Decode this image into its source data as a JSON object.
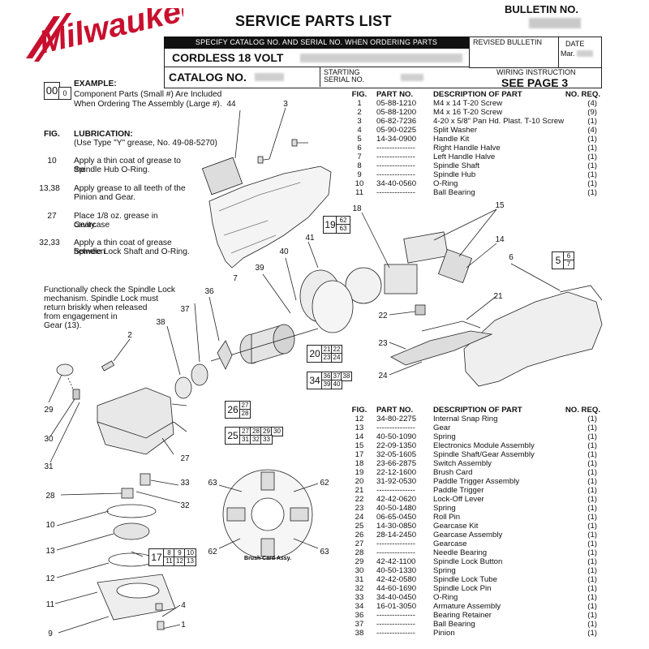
{
  "header": {
    "title": "SERVICE PARTS LIST",
    "bulletin_label": "BULLETIN NO.",
    "specify_bar": "SPECIFY CATALOG NO. AND SERIAL NO. WHEN ORDERING PARTS",
    "product": "CORDLESS 18 VOLT",
    "catalog_label": "CATALOG NO.",
    "starting_serial_label": "STARTING SERIAL NO.",
    "revised_label": "REVISED BULLETIN",
    "date_label": "DATE",
    "date_value": "Mar.",
    "wiring_label": "WIRING INSTRUCTION",
    "wiring_value": "SEE PAGE 3",
    "logo_text": "Milwaukee"
  },
  "example": {
    "big": "00",
    "small": "0",
    "label": "EXAMPLE:",
    "line1": "Component Parts (Small #) Are Included",
    "line2": "When Ordering The Assembly (Large #)."
  },
  "lubrication": {
    "fig_label": "FIG.",
    "title": "LUBRICATION:",
    "subtitle": "(Use Type \"Y\" grease, No. 49-08-5270)",
    "items": [
      {
        "fig": "10",
        "lines": [
          "Apply a thin coat of grease to the",
          "Spindle Hub O-Ring."
        ]
      },
      {
        "fig": "13,38",
        "lines": [
          "Apply grease to all teeth of the",
          "Pinion and Gear."
        ]
      },
      {
        "fig": "27",
        "lines": [
          "Place 1/8 oz. grease in Gearcase",
          "cavity."
        ]
      },
      {
        "fig": "32,33",
        "lines": [
          "Apply a thin coat of grease between",
          "Spindle Lock Shaft and O-Ring."
        ]
      }
    ],
    "note": [
      "Functionally check the Spindle Lock",
      "mechanism. Spindle Lock must",
      "return briskly when released",
      "from engagement in",
      "Gear (13)."
    ]
  },
  "columns": {
    "fig": "FIG.",
    "part": "PART NO.",
    "desc": "DESCRIPTION OF PART",
    "req": "NO. REQ."
  },
  "parts_top": [
    {
      "fig": "1",
      "part": "05-88-1210",
      "desc": "M4 x 14 T-20 Screw",
      "req": "(4)"
    },
    {
      "fig": "2",
      "part": "05-88-1200",
      "desc": "M4 x 16 T-20 Screw",
      "req": "(9)"
    },
    {
      "fig": "3",
      "part": "06-82-7236",
      "desc": "4-20 x 5/8\" Pan Hd. Plast. T-10 Screw",
      "req": "(1)"
    },
    {
      "fig": "4",
      "part": "05-90-0225",
      "desc": "Split Washer",
      "req": "(4)"
    },
    {
      "fig": "5",
      "part": "14-34-0900",
      "desc": "Handle Kit",
      "req": "(1)"
    },
    {
      "fig": "6",
      "part": "---------------",
      "desc": "Right Handle Halve",
      "req": "(1)"
    },
    {
      "fig": "7",
      "part": "---------------",
      "desc": "Left Handle Halve",
      "req": "(1)"
    },
    {
      "fig": "8",
      "part": "---------------",
      "desc": "Spindle Shaft",
      "req": "(1)"
    },
    {
      "fig": "9",
      "part": "---------------",
      "desc": "Spindle Hub",
      "req": "(1)"
    },
    {
      "fig": "10",
      "part": "34-40-0560",
      "desc": "O-Ring",
      "req": "(1)"
    },
    {
      "fig": "11",
      "part": "---------------",
      "desc": "Ball Bearing",
      "req": "(1)"
    }
  ],
  "parts_bottom": [
    {
      "fig": "12",
      "part": "34-80-2275",
      "desc": "Internal Snap Ring",
      "req": "(1)"
    },
    {
      "fig": "13",
      "part": "---------------",
      "desc": "Gear",
      "req": "(1)"
    },
    {
      "fig": "14",
      "part": "40-50-1090",
      "desc": "Spring",
      "req": "(1)"
    },
    {
      "fig": "15",
      "part": "22-09-1350",
      "desc": "Electronics Module Assembly",
      "req": "(1)"
    },
    {
      "fig": "17",
      "part": "32-05-1605",
      "desc": "Spindle Shaft/Gear Assembly",
      "req": "(1)"
    },
    {
      "fig": "18",
      "part": "23-66-2875",
      "desc": "Switch Assembly",
      "req": "(1)"
    },
    {
      "fig": "19",
      "part": "22-12-1600",
      "desc": "Brush Card",
      "req": "(1)"
    },
    {
      "fig": "20",
      "part": "31-92-0530",
      "desc": "Paddle Trigger Assembly",
      "req": "(1)"
    },
    {
      "fig": "21",
      "part": "---------------",
      "desc": "Paddle Trigger",
      "req": "(1)"
    },
    {
      "fig": "22",
      "part": "42-42-0620",
      "desc": "Lock-Off Lever",
      "req": "(1)"
    },
    {
      "fig": "23",
      "part": "40-50-1480",
      "desc": "Spring",
      "req": "(1)"
    },
    {
      "fig": "24",
      "part": "06-65-0450",
      "desc": "Roll Pin",
      "req": "(1)"
    },
    {
      "fig": "25",
      "part": "14-30-0850",
      "desc": "Gearcase Kit",
      "req": "(1)"
    },
    {
      "fig": "26",
      "part": "28-14-2450",
      "desc": "Gearcase Assembly",
      "req": "(1)"
    },
    {
      "fig": "27",
      "part": "---------------",
      "desc": "Gearcase",
      "req": "(1)"
    },
    {
      "fig": "28",
      "part": "---------------",
      "desc": "Needle Bearing",
      "req": "(1)"
    },
    {
      "fig": "29",
      "part": "42-42-1100",
      "desc": "Spindle Lock Button",
      "req": "(1)"
    },
    {
      "fig": "30",
      "part": "40-50-1330",
      "desc": "Spring",
      "req": "(1)"
    },
    {
      "fig": "31",
      "part": "42-42-0580",
      "desc": "Spindle Lock Tube",
      "req": "(1)"
    },
    {
      "fig": "32",
      "part": "44-60-1690",
      "desc": "Spindle Lock Pin",
      "req": "(1)"
    },
    {
      "fig": "33",
      "part": "34-40-0450",
      "desc": "O-Ring",
      "req": "(1)"
    },
    {
      "fig": "34",
      "part": "16-01-3050",
      "desc": "Armature Assembly",
      "req": "(1)"
    },
    {
      "fig": "36",
      "part": "---------------",
      "desc": "Bearing Retainer",
      "req": "(1)"
    },
    {
      "fig": "37",
      "part": "---------------",
      "desc": "Ball Bearing",
      "req": "(1)"
    },
    {
      "fig": "38",
      "part": "---------------",
      "desc": "Pinion",
      "req": "(1)"
    }
  ],
  "assemblies": {
    "a5": {
      "big": "5",
      "small": [
        "6",
        "7"
      ]
    },
    "a17": {
      "big": "17",
      "small": [
        "8",
        "9",
        "10",
        "11",
        "12",
        "13"
      ]
    },
    "a19": {
      "big": "19",
      "small": [
        "62",
        "63"
      ]
    },
    "a20": {
      "big": "20",
      "small": [
        "21",
        "22",
        "23",
        "24"
      ]
    },
    "a25": {
      "big": "25",
      "small": [
        "27",
        "28",
        "29",
        "30",
        "31",
        "32",
        "33"
      ]
    },
    "a26": {
      "big": "26",
      "small": [
        "27",
        "28"
      ]
    },
    "a34": {
      "big": "34",
      "small": [
        "36",
        "37",
        "38",
        "39",
        "40"
      ]
    }
  },
  "callouts": {
    "c44": "44",
    "c3": "3",
    "c7": "7",
    "c18": "18",
    "c15": "15",
    "c41": "41",
    "c40": "40",
    "c39": "39",
    "c14": "14",
    "c6": "6",
    "c36": "36",
    "c37": "37",
    "c38": "38",
    "c2": "2",
    "c22": "22",
    "c21": "21",
    "c23": "23",
    "c24": "24",
    "c29": "29",
    "c30": "30",
    "c31": "31",
    "c27": "27",
    "c33": "33",
    "c28": "28",
    "c32": "32",
    "c10": "10",
    "c13": "13",
    "c12": "12",
    "c11": "11",
    "c9": "9",
    "c4": "4",
    "c1": "1",
    "c63a": "63",
    "c62a": "62",
    "c62b": "62",
    "c63b": "63",
    "brush_card_label": "Brush Card Assy."
  }
}
